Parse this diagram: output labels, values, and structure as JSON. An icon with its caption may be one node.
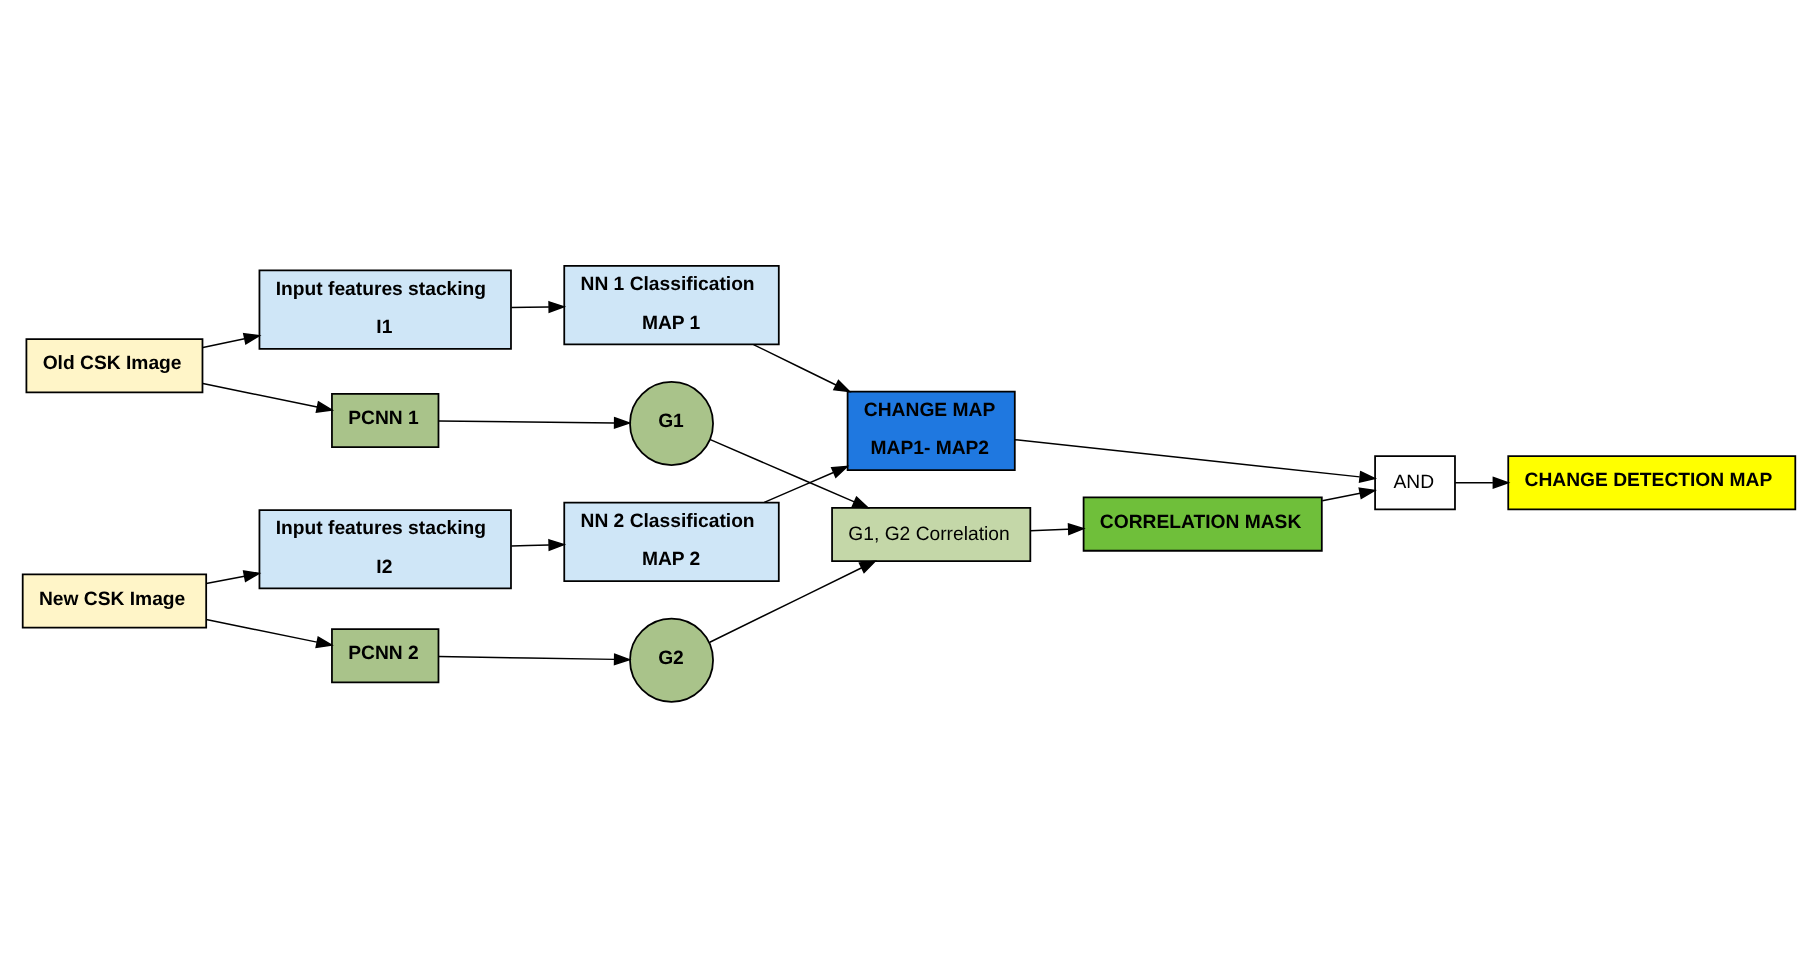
{
  "diagram": {
    "nodes": [
      {
        "text": [
          "Old CSK Image"
        ]
      },
      {
        "text": [
          "Input features stacking",
          "I1"
        ]
      },
      {
        "text": [
          "NN 1 Classification",
          "MAP 1"
        ]
      },
      {
        "text": [
          "CHANGE MAP",
          "MAP1- MAP2"
        ]
      },
      {
        "text": [
          "AND"
        ]
      },
      {
        "text": [
          "PCNN 1"
        ]
      },
      {
        "text": [
          "G1"
        ]
      },
      {
        "text": [
          "G1, G2 Correlation"
        ]
      },
      {
        "text": [
          "CORRELATION MASK"
        ]
      },
      {
        "text": [
          "CHANGE DETECTION MAP"
        ]
      },
      {
        "text": [
          "PCNN 2"
        ]
      },
      {
        "text": [
          "G2"
        ]
      },
      {
        "text": [
          "New CSK Image"
        ]
      },
      {
        "text": [
          "Input features stacking",
          "I2"
        ]
      },
      {
        "text": [
          "NN 2 Classification",
          "MAP 2"
        ]
      }
    ],
    "edges": [
      {
        "from": 0,
        "to": 1,
        "arrow": "to"
      },
      {
        "from": 1,
        "to": 2,
        "arrow": "to"
      },
      {
        "from": 2,
        "to": 3,
        "arrow": "to"
      },
      {
        "from": 3,
        "to": 4,
        "arrow": "to"
      },
      {
        "from": 4,
        "to": 9,
        "arrow": "to"
      },
      {
        "from": 0,
        "to": 5,
        "arrow": "to"
      },
      {
        "from": 5,
        "to": 6,
        "arrow": "to"
      },
      {
        "from": 6,
        "to": 7,
        "arrow": "to"
      },
      {
        "from": 7,
        "to": 8,
        "arrow": "to"
      },
      {
        "from": 8,
        "to": 4,
        "arrow": "to"
      },
      {
        "from": 12,
        "to": 10,
        "arrow": "to"
      },
      {
        "from": 10,
        "to": 11,
        "arrow": "to"
      },
      {
        "from": 11,
        "to": 7,
        "arrow": "to"
      },
      {
        "from": 12,
        "to": 13,
        "arrow": "to"
      },
      {
        "from": 13,
        "to": 14,
        "arrow": "to"
      },
      {
        "from": 14,
        "to": 3,
        "arrow": "to"
      }
    ]
  }
}
